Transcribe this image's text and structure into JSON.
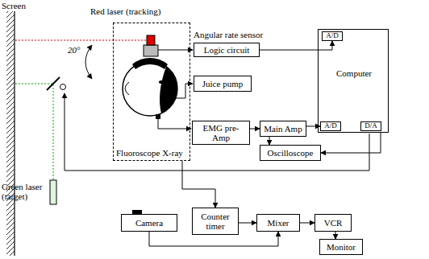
{
  "diagram": {
    "nodes": [
      {
        "text": [
          "Logic circuit"
        ]
      },
      {
        "text": [
          "Computer"
        ]
      },
      {
        "text": [
          "A/D"
        ],
        "in": 1
      },
      {
        "text": [
          "Juice pump"
        ]
      },
      {
        "text": [
          "Fluoroscope X-ray"
        ]
      },
      {
        "text": [
          "EMG pre-Amp"
        ]
      },
      {
        "text": [
          "Main Amp"
        ]
      },
      {
        "text": [
          "A/D"
        ],
        "in": 1
      },
      {
        "text": [
          "D/A"
        ],
        "in": 1
      },
      {
        "text": [
          "Oscilloscope"
        ]
      },
      {
        "text": [
          "Camera"
        ]
      },
      {
        "text": [
          "Counter timer"
        ]
      },
      {
        "text": [
          "Mixer"
        ]
      },
      {
        "text": [
          "VCR"
        ]
      },
      {
        "text": [
          "Monitor"
        ]
      }
    ],
    "edges": [
      {
        "from": 0,
        "to": 2,
        "arrow": "to"
      },
      {
        "from": 4,
        "to": 11,
        "arrow": "to"
      },
      {
        "from": 5,
        "to": 6,
        "arrow": "to"
      },
      {
        "from": 6,
        "to": 7,
        "arrow": "to"
      },
      {
        "from": 6,
        "to": 9,
        "arrow": "to"
      },
      {
        "from": 1,
        "to": 9,
        "arrow": "to"
      },
      {
        "from": 10,
        "to": 12,
        "arrow": "to"
      },
      {
        "from": 11,
        "to": 12,
        "arrow": "to"
      },
      {
        "from": 12,
        "to": 13,
        "arrow": "to"
      },
      {
        "from": 13,
        "to": 14,
        "arrow": "to"
      }
    ],
    "labels": [
      "Screen",
      "Red laser (tracking)",
      "Angular rate sensor",
      "20°",
      "Green laser (target)"
    ]
  }
}
